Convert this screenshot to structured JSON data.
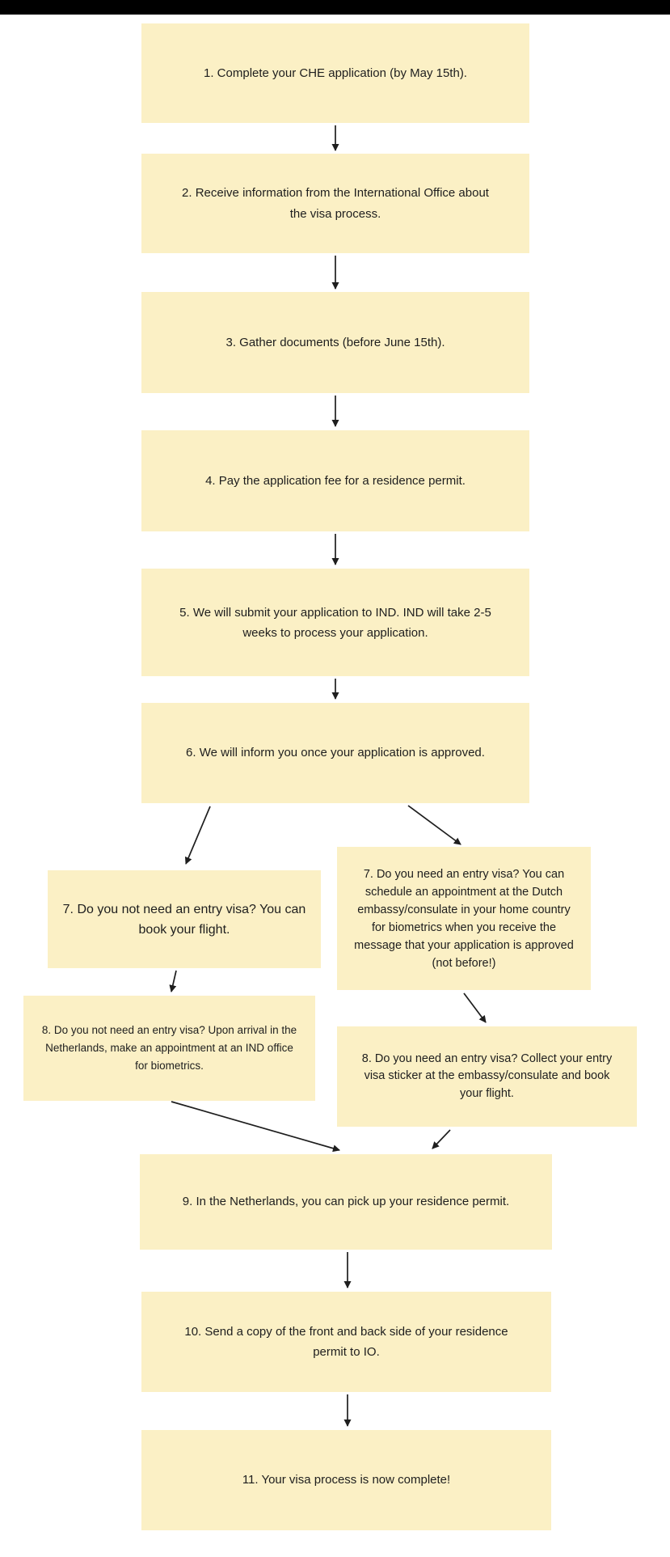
{
  "page": {
    "top_bar_color": "#000000",
    "background_color": "#ffffff"
  },
  "flowchart": {
    "box_fill_color": "#FBF0C5",
    "text_color": "#1e1e1e",
    "arrow_color": "#1e1e1e",
    "nodes": [
      {
        "id": "step-1",
        "label": "1. Complete your CHE application (by May 15th)."
      },
      {
        "id": "step-2",
        "label": "2. Receive information from the International Office about\nthe visa process."
      },
      {
        "id": "step-3",
        "label": "3. Gather documents (before June 15th)."
      },
      {
        "id": "step-4",
        "label": "4. Pay the application fee for a residence permit."
      },
      {
        "id": "step-5",
        "label": "5. We will submit your application to IND. IND will take 2-5\nweeks to process your application."
      },
      {
        "id": "step-6",
        "label": "6. We will inform you once your application is approved."
      },
      {
        "id": "step-7-no-entry-visa",
        "label": "7. Do you not need an entry visa? You can\nbook your flight."
      },
      {
        "id": "step-7-entry-visa",
        "label": "7. Do you need an entry visa? You can\nschedule an appointment at the Dutch\nembassy/consulate in your home country\nfor biometrics when you receive the\nmessage that your application is approved\n(not before!)"
      },
      {
        "id": "step-8-no-entry-visa",
        "label": "8. Do you not need an entry visa? Upon arrival in the\nNetherlands, make an appointment at an IND office\nfor biometrics."
      },
      {
        "id": "step-8-entry-visa",
        "label": "8. Do you need an entry visa? Collect your entry\nvisa sticker at the embassy/consulate and book\nyour flight."
      },
      {
        "id": "step-9",
        "label": "9. In the Netherlands, you can pick up your residence permit."
      },
      {
        "id": "step-10",
        "label": "10. Send a copy of the front and back side of your residence\npermit to IO."
      },
      {
        "id": "step-11",
        "label": "11. Your visa process is now complete!"
      }
    ],
    "edges": [
      {
        "from": "step-1",
        "to": "step-2"
      },
      {
        "from": "step-2",
        "to": "step-3"
      },
      {
        "from": "step-3",
        "to": "step-4"
      },
      {
        "from": "step-4",
        "to": "step-5"
      },
      {
        "from": "step-5",
        "to": "step-6"
      },
      {
        "from": "step-6",
        "to": "step-7-no-entry-visa"
      },
      {
        "from": "step-6",
        "to": "step-7-entry-visa"
      },
      {
        "from": "step-7-no-entry-visa",
        "to": "step-8-no-entry-visa"
      },
      {
        "from": "step-7-entry-visa",
        "to": "step-8-entry-visa"
      },
      {
        "from": "step-8-no-entry-visa",
        "to": "step-9"
      },
      {
        "from": "step-8-entry-visa",
        "to": "step-9"
      },
      {
        "from": "step-9",
        "to": "step-10"
      },
      {
        "from": "step-10",
        "to": "step-11"
      }
    ]
  }
}
